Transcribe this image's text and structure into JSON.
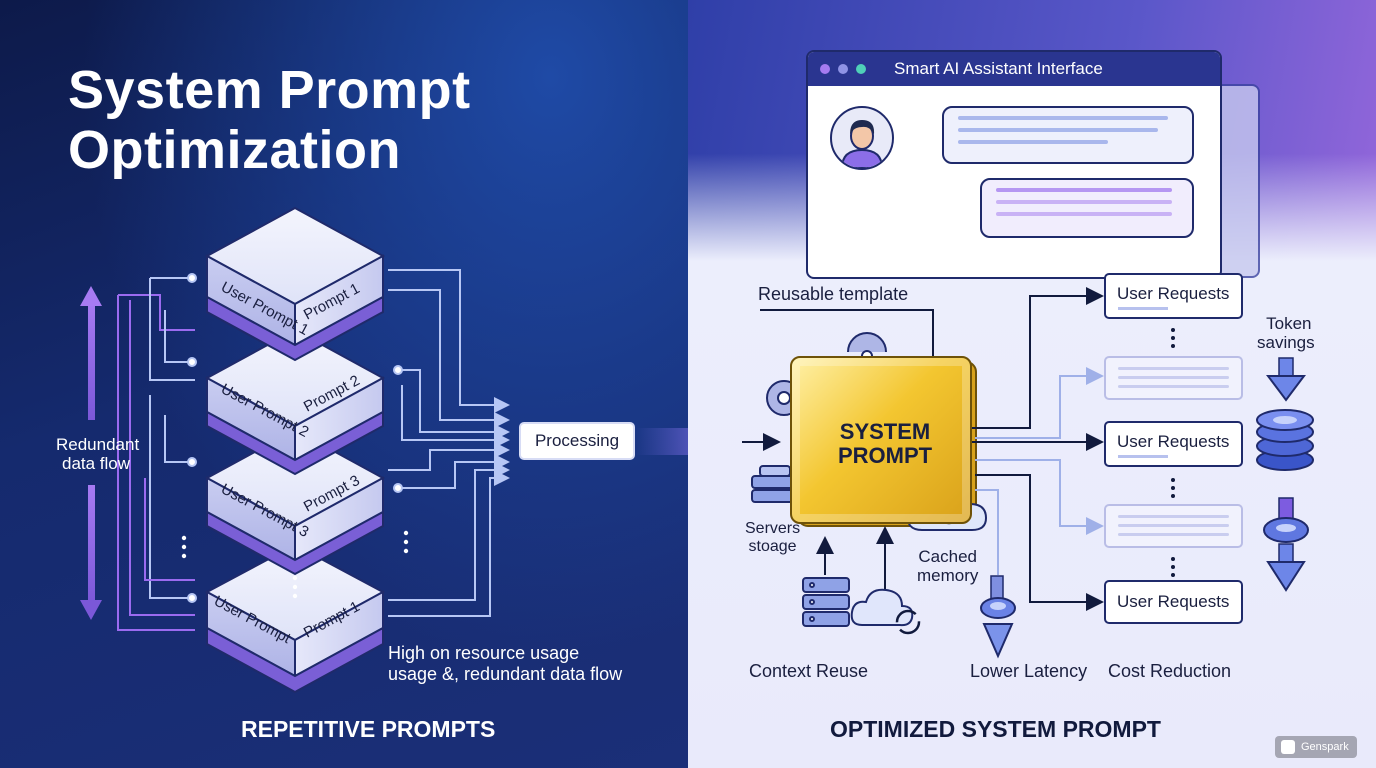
{
  "title_line1": "System Prompt",
  "title_line2": "Optimization",
  "left": {
    "redundant_line1": "Redundant",
    "redundant_line2": "data flow",
    "stacks": [
      {
        "front": "User Prompt 1",
        "side": "Prompt 1"
      },
      {
        "front": "User Prompt 2",
        "side": "Prompt 2"
      },
      {
        "front": "User Prompt 3",
        "side": "Prompt 3"
      },
      {
        "front": "User Prompt",
        "side": "Prompt 1"
      }
    ],
    "processing": "Processing",
    "note_line1": "High on resource usage",
    "note_line2": "usage &, redundant data flow",
    "footer": "REPETITIVE PROMPTS"
  },
  "right": {
    "chat_title": "Smart AI Assistant Interface",
    "reusable_template": "Reusable template",
    "system_prompt_line1": "SYSTEM",
    "system_prompt_line2": "PROMPT",
    "servers_line1": "Servers",
    "servers_line2": "stoage",
    "cached_line1": "Cached",
    "cached_line2": "memory",
    "user_requests": [
      "User Requests",
      "User Requests",
      "User Requests"
    ],
    "token_line1": "Token",
    "token_line2": "savings",
    "context_reuse": "Context Reuse",
    "lower_latency": "Lower Latency",
    "cost_reduction": "Cost Reduction",
    "footer": "OPTIMIZED SYSTEM PROMPT"
  },
  "watermark": "Genspark",
  "colors": {
    "accent_purple": "#9b6bf0",
    "gold": "#f3c630",
    "navy": "#1f2a6b",
    "light_blue_line": "#b7c7f5"
  }
}
